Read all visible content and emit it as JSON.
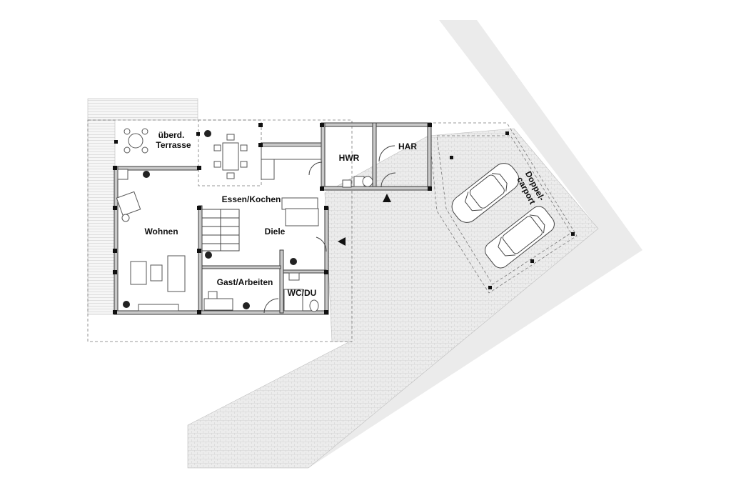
{
  "rooms": {
    "terrace": [
      "überd.",
      "Terrasse"
    ],
    "living": "Wohnen",
    "dining_kitchen": "Essen/Kochen",
    "hall": "Diele",
    "guest_office": "Gast/Arbeiten",
    "wc_shower": "WC/DU",
    "utility": "HWR",
    "storage": "HAR",
    "carport": [
      "Doppel-",
      "carport"
    ]
  },
  "colors": {
    "paving": "#e6e6e6",
    "ground": "#e9e9e9",
    "wall": "#c9c9c9",
    "line": "#3a3a3a",
    "background": "#ffffff"
  },
  "icons": [
    "entrance-arrow-icon",
    "entrance-arrow-icon",
    "plant-icon",
    "car-icon"
  ]
}
